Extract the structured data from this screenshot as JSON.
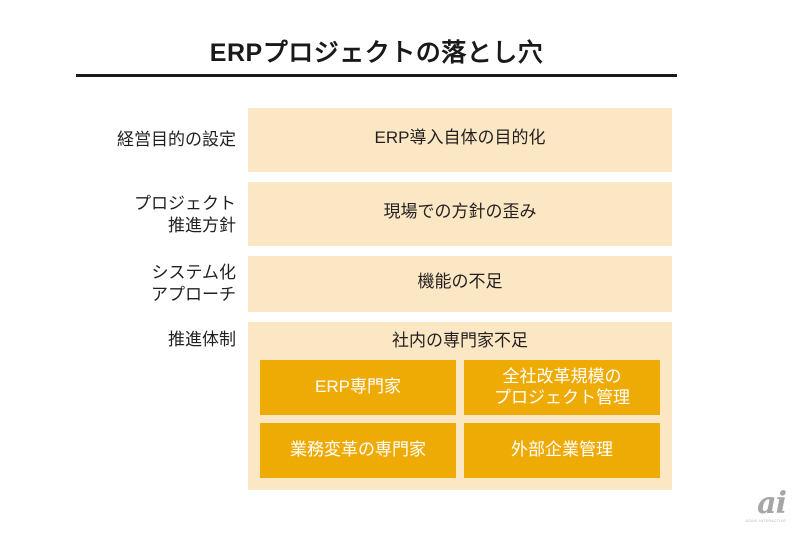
{
  "slide": {
    "title": "ERPプロジェクトの落とし穴",
    "background_color": "#ffffff",
    "panel_color": "#fbe7c4",
    "tile_color": "#efab05",
    "tile_text_color": "#ffffff",
    "text_color": "#231f20"
  },
  "rows": [
    {
      "label": "経営目的の設定",
      "heading": "ERP導入自体の目的化"
    },
    {
      "label": "プロジェクト\n推進方針",
      "heading": "現場での方針の歪み"
    },
    {
      "label": "システム化\nアプローチ",
      "heading": "機能の不足"
    },
    {
      "label": "推進体制",
      "heading": "社内の専門家不足",
      "tiles": [
        "ERP専門家",
        "全社改革規模の\nプロジェクト管理",
        "業務変革の専門家",
        "外部企業管理"
      ]
    }
  ],
  "watermark": {
    "mark": "ai",
    "sub": "ASAHI INTERACTIVE"
  }
}
